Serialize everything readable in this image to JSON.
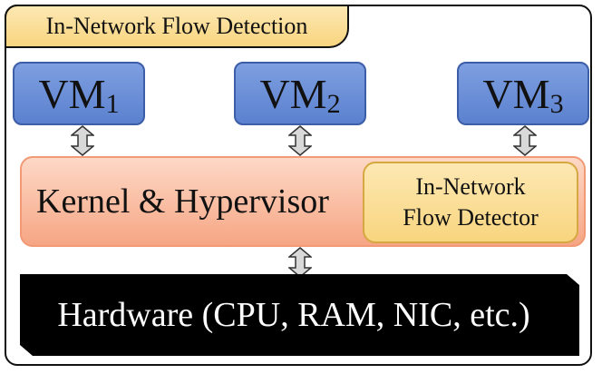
{
  "title": "In-Network Flow Detection",
  "vms": [
    {
      "base": "VM",
      "sub": "1"
    },
    {
      "base": "VM",
      "sub": "2"
    },
    {
      "base": "VM",
      "sub": "3"
    }
  ],
  "kernel_label": "Kernel & Hypervisor",
  "detector": {
    "line1": "In-Network",
    "line2": "Flow Detector"
  },
  "hardware_label": "Hardware (CPU, RAM, NIC, etc.)",
  "colors": {
    "title_fill": "#f8d57f",
    "vm_fill": "#6b8fd8",
    "kernel_fill": "#f6a684",
    "detector_fill": "#f8d57f",
    "hardware_fill": "#000000",
    "arrow_fill": "#d9d9d9"
  },
  "icons": [
    "double-arrow-icon"
  ]
}
